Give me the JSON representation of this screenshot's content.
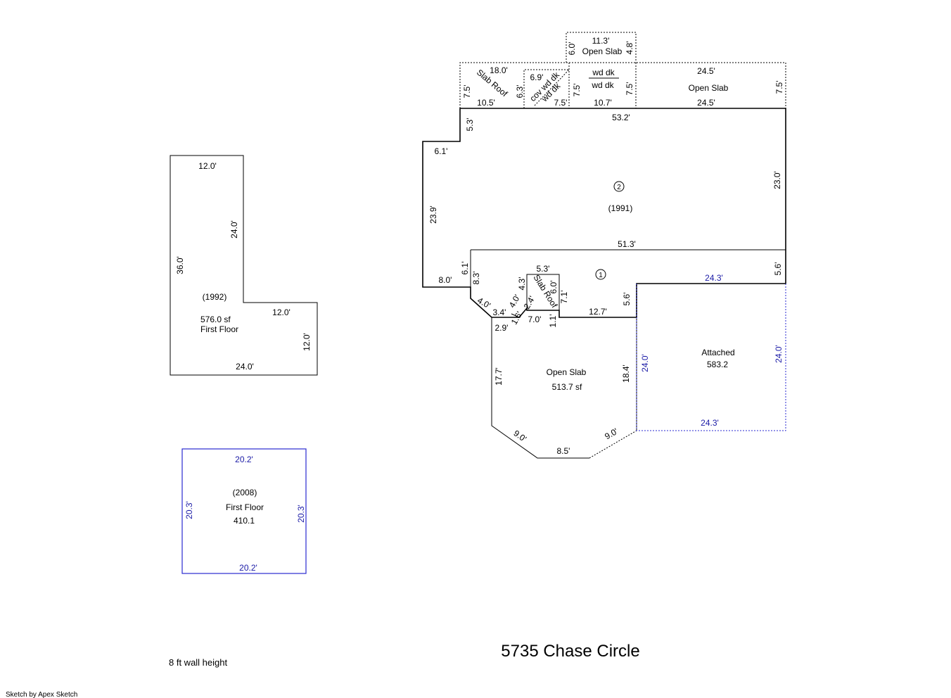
{
  "title": "5735 Chase Circle",
  "wall_height": "8 ft wall height",
  "credit": "Sketch by Apex Sketch",
  "l_building": {
    "year": "(1992)",
    "area": "576.0 sf",
    "label": "First Floor",
    "dims": {
      "top": "12.0'",
      "inner_vert": "24.0'",
      "left": "36.0'",
      "inner_horiz": "12.0'",
      "right": "12.0'",
      "bottom": "24.0'"
    }
  },
  "square_building": {
    "year": "(2008)",
    "label": "First Floor",
    "area": "410.1",
    "dims": {
      "top": "20.2'",
      "left": "20.3'",
      "right": "20.3'",
      "bottom": "20.2'"
    }
  },
  "main_building": {
    "section2_marker": "2",
    "section2_year": "(1991)",
    "section1_marker": "1",
    "dims": {
      "top": "53.2'",
      "right": "23.0'",
      "step_vert": "5.3'",
      "step_horiz": "6.1'",
      "left": "23.9'",
      "bottom_left": "8.0'",
      "inner_horiz": "51.3'",
      "inner_vert1": "6.1'",
      "inner_vert2": "8.3'",
      "right_step": "5.6'",
      "slab_w": "5.3'",
      "slab_h1": "4.3'",
      "slab_h2": "6.0'",
      "slab_d1": "4.0'",
      "slab_d2": "2.4'",
      "slab_d3": "7.1'",
      "diag_left": "4.0'",
      "seg_34": "3.4'",
      "seg_16": "1.6'",
      "seg_70": "7.0'",
      "seg_11": "1.1'",
      "seg_127": "12.7'",
      "seg_56": "5.6'",
      "seg_29": "2.9'"
    },
    "slab_roof_inner": "Slab Roof"
  },
  "open_slab_bottom": {
    "label": "Open Slab",
    "area": "513.7 sf",
    "dims": {
      "left": "17.7'",
      "right": "18.4'",
      "diag_left": "9.0'",
      "bottom": "8.5'",
      "diag_right": "9.0'"
    }
  },
  "garage": {
    "label": "Attached",
    "area": "583.2",
    "dims": {
      "top": "24.3'",
      "left": "24.0'",
      "right": "24.0'",
      "bottom": "24.3'"
    }
  },
  "top_strip": {
    "slab_roof": {
      "label": "Slab Roof",
      "top": "18.0'",
      "left": "7.5'",
      "bottom": "10.5'",
      "right": "6.3'"
    },
    "cov_deck": {
      "label1": "cov wd dk",
      "label2": "wd dk",
      "top": "6.9'",
      "bottom": "7.5'"
    },
    "wd_dk": {
      "label1": "wd dk",
      "label2": "wd dk",
      "left": "7.5'",
      "right": "7.5'",
      "bottom": "10.7'"
    },
    "open_slab_top": {
      "label": "Open Slab",
      "top": "11.3'",
      "left": "6.0'",
      "right": "4.8'"
    },
    "open_slab_right": {
      "label": "Open Slab",
      "top": "24.5'",
      "bottom": "24.5'",
      "right": "7.5'"
    }
  }
}
